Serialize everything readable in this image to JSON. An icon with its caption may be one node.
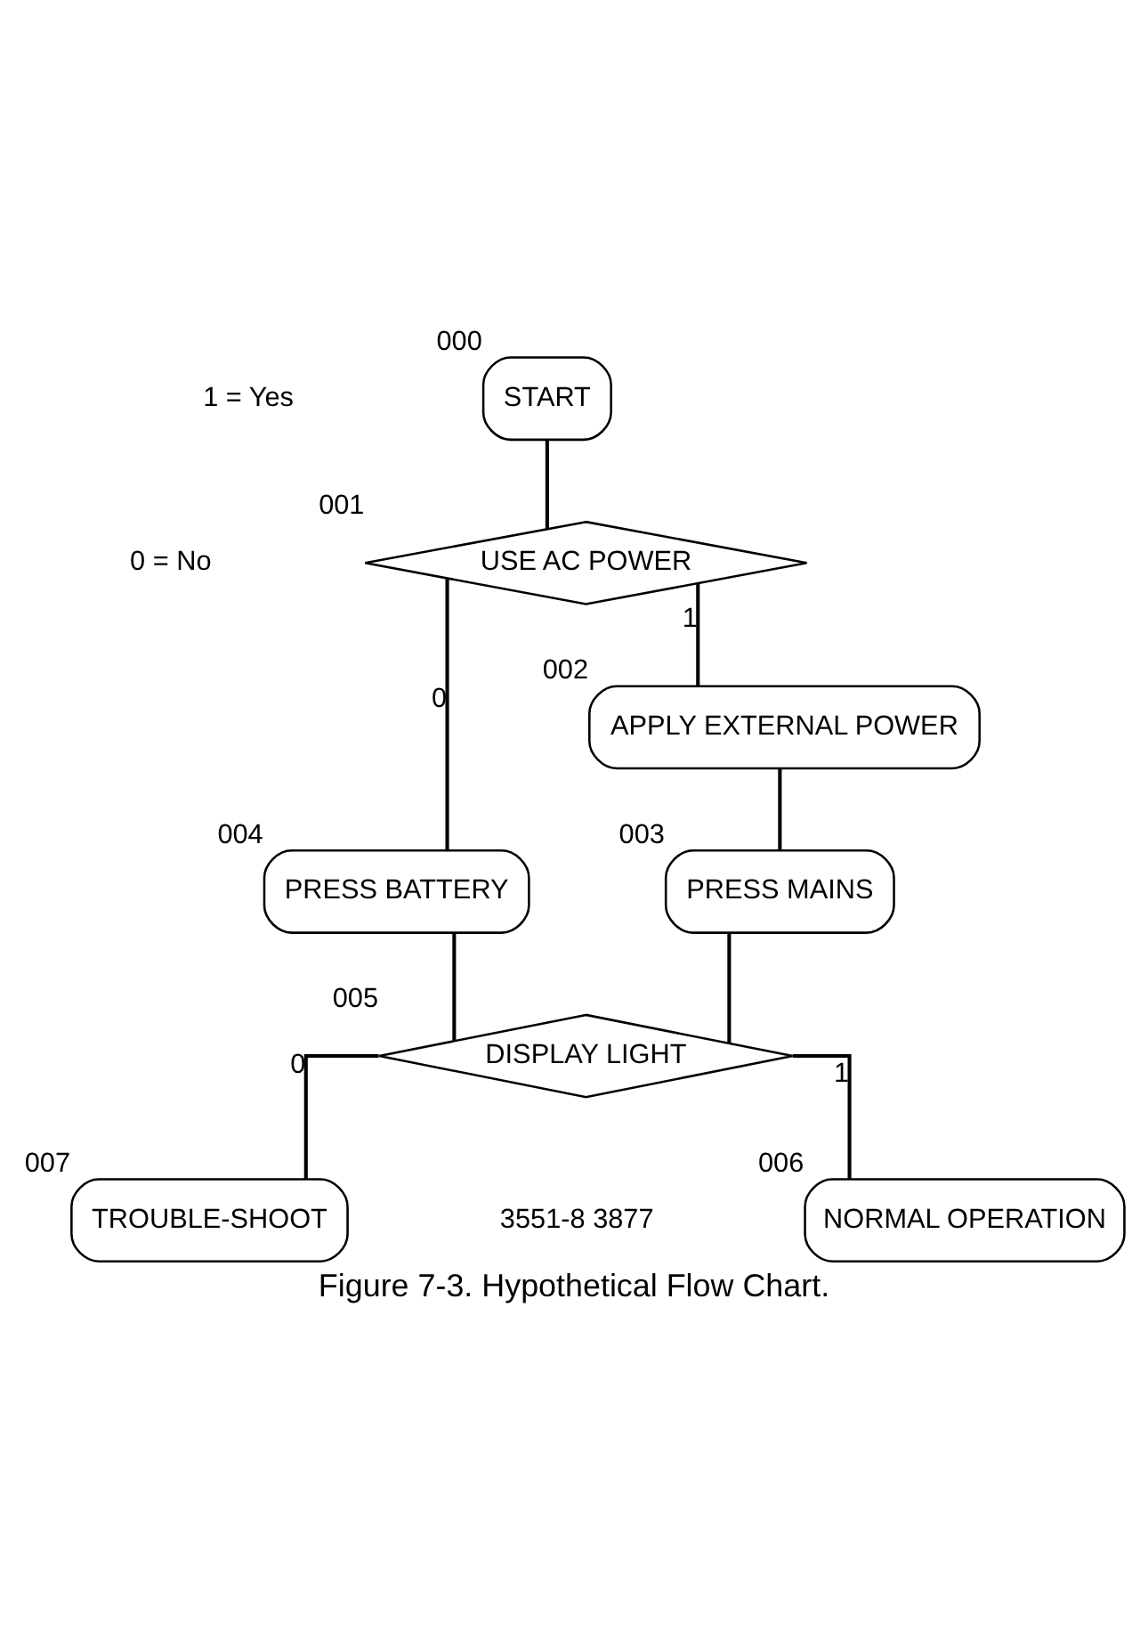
{
  "diagram": {
    "caption": "Figure 7-3. Hypothetical Flow Chart.",
    "nodes": [
      {
        "text": [
          "START"
        ],
        "beside": [
          "000"
        ]
      },
      {
        "text": [
          "USE AC POWER"
        ],
        "beside": [
          "001"
        ]
      },
      {
        "text": [
          "APPLY EXTERNAL POWER"
        ],
        "beside": [
          "002"
        ]
      },
      {
        "text": [
          "PRESS MAINS"
        ],
        "beside": [
          "003"
        ]
      },
      {
        "text": [
          "PRESS BATTERY"
        ],
        "beside": [
          "004"
        ]
      },
      {
        "text": [
          "DISPLAY LIGHT"
        ],
        "beside": [
          "005"
        ]
      },
      {
        "text": [
          "NORMAL OPERATION"
        ],
        "beside": [
          "006"
        ]
      },
      {
        "text": [
          "TROUBLE-SHOOT"
        ],
        "beside": [
          "007"
        ]
      }
    ],
    "edges": [
      {
        "from": 0,
        "to": 1,
        "arrow": "none"
      },
      {
        "from": 1,
        "to": 2,
        "arrow": "none",
        "label": "1"
      },
      {
        "from": 2,
        "to": 3,
        "arrow": "none"
      },
      {
        "from": 1,
        "to": 4,
        "arrow": "none",
        "label": "0"
      },
      {
        "from": 3,
        "to": 5,
        "arrow": "none"
      },
      {
        "from": 4,
        "to": 5,
        "arrow": "none"
      },
      {
        "from": 5,
        "to": 6,
        "arrow": "none",
        "label": "1"
      },
      {
        "from": 5,
        "to": 7,
        "arrow": "none",
        "label": "0"
      }
    ],
    "labels": [
      "1 = Yes",
      "0 = No",
      "3551-8 3877"
    ]
  }
}
